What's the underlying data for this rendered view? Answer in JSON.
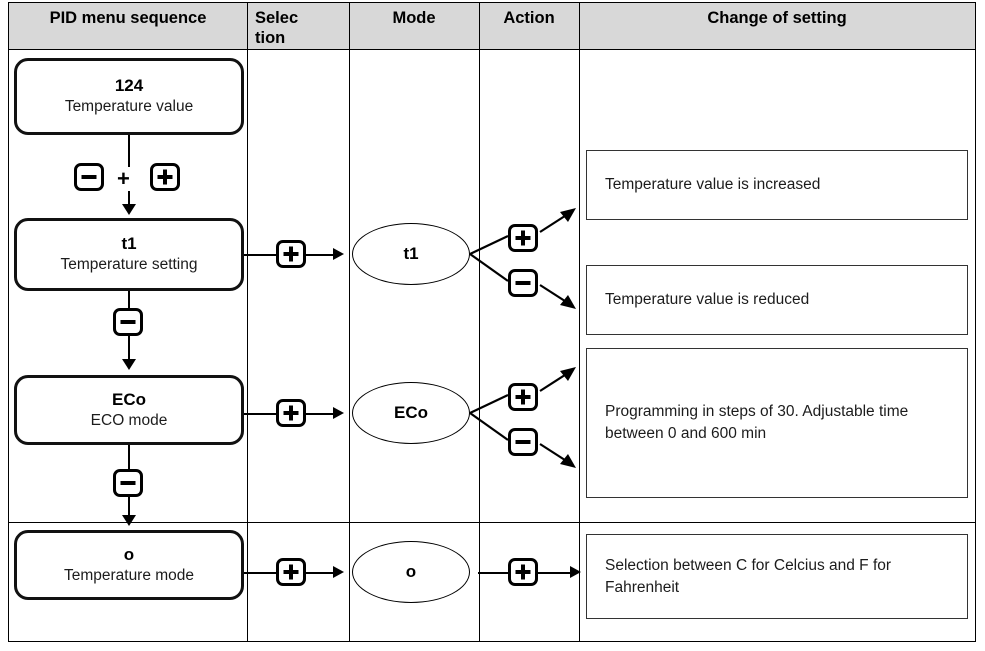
{
  "table": {
    "headers": [
      {
        "label": "PID menu sequence"
      },
      {
        "label": "Selec\ntion"
      },
      {
        "label": "Mode"
      },
      {
        "label": "Action"
      },
      {
        "label": "Change of setting"
      }
    ]
  },
  "menu_sequence": {
    "steps": [
      {
        "code": "124",
        "desc": "Temperature value"
      },
      {
        "code": "t1",
        "desc": "Temperature setting"
      },
      {
        "code": "ECo",
        "desc": "ECO mode"
      },
      {
        "code": "o",
        "desc": "Temperature mode"
      }
    ],
    "transitions": [
      {
        "keys": "minus + plus",
        "minus_label": "−",
        "plus_label": "+",
        "joiner": "+"
      },
      {
        "keys": "minus",
        "minus_label": "−"
      },
      {
        "keys": "minus",
        "minus_label": "−"
      }
    ]
  },
  "rows": [
    {
      "selection_key": "+",
      "mode_label": "t1",
      "actions": [
        "+",
        "−"
      ],
      "results": [
        "Temperature value is increased",
        "Temperature value is reduced"
      ]
    },
    {
      "selection_key": "+",
      "mode_label": "ECo",
      "actions": [
        "+",
        "−"
      ],
      "results": [
        "Programming in steps of 30. Adjustable time between 0 and 600 min"
      ]
    },
    {
      "selection_key": "+",
      "mode_label": "o",
      "actions": [
        "+"
      ],
      "results": [
        "Selection between C for Celcius and F for Fahrenheit"
      ]
    }
  ],
  "colors": {
    "header_background": "#d8d8d8",
    "border": "#000000",
    "text": "#1c1c1c"
  }
}
